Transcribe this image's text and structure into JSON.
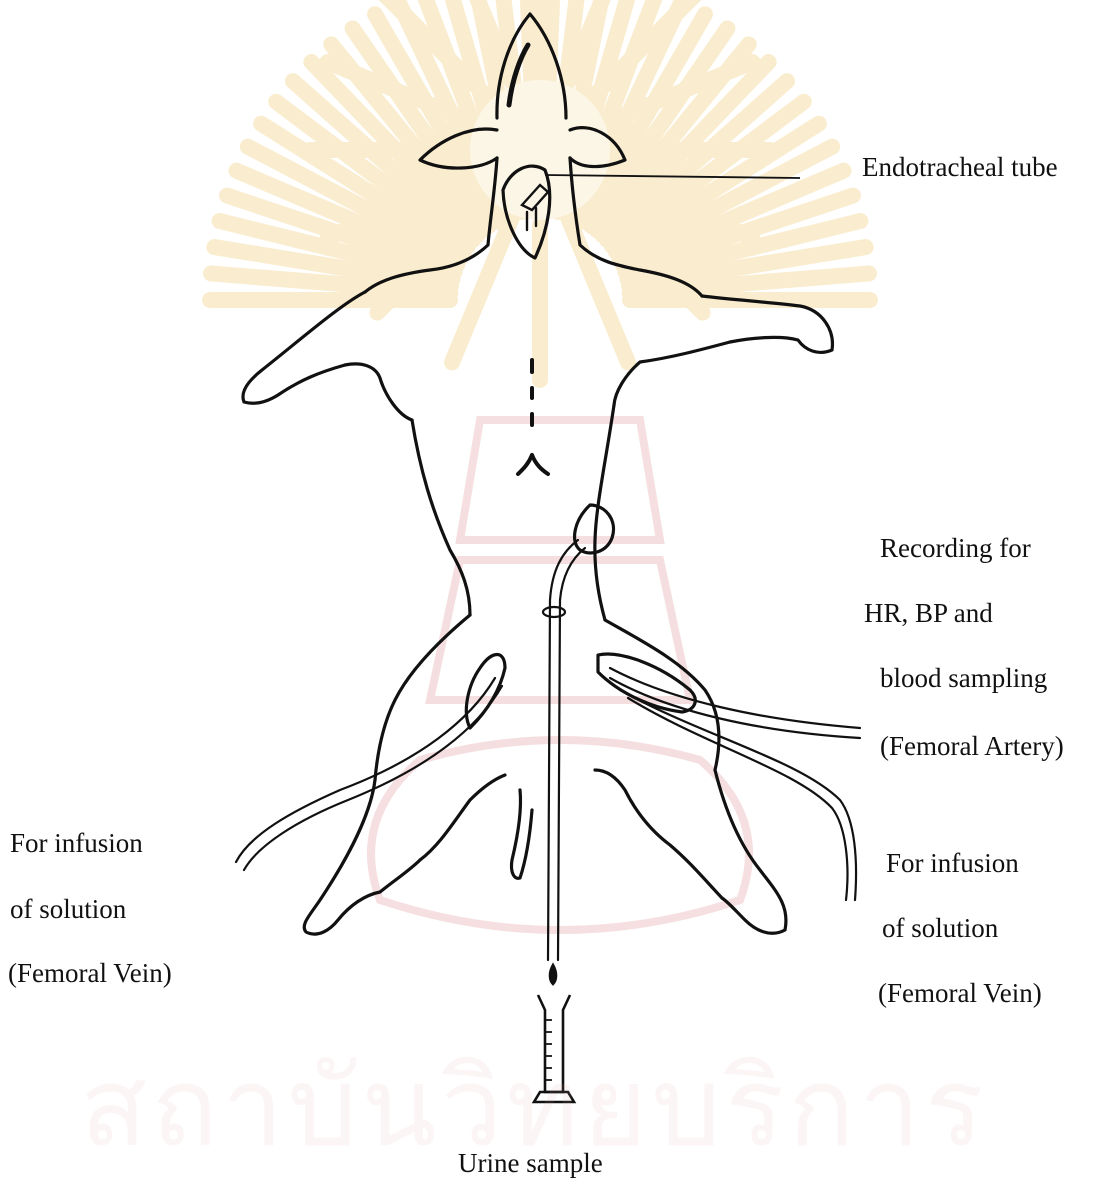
{
  "labels": {
    "endotracheal": "Endotracheal tube",
    "recording_line1": "Recording for",
    "recording_line2": "HR, BP and",
    "recording_line3": "blood sampling",
    "recording_line4": "(Femoral Artery)",
    "left_infusion_line1": "For infusion",
    "left_infusion_line2": "of solution",
    "left_infusion_line3": "(Femoral Vein)",
    "right_infusion_line1": "For infusion",
    "right_infusion_line2": "of solution",
    "right_infusion_line3": "(Femoral Vein)",
    "urine": "Urine sample"
  },
  "watermark": {
    "text": "สถาบันวิทยบริการ",
    "color": "#e5a3a8",
    "rays_color": "#f6dfa8"
  },
  "colors": {
    "ink": "#111111",
    "background": "#ffffff"
  }
}
